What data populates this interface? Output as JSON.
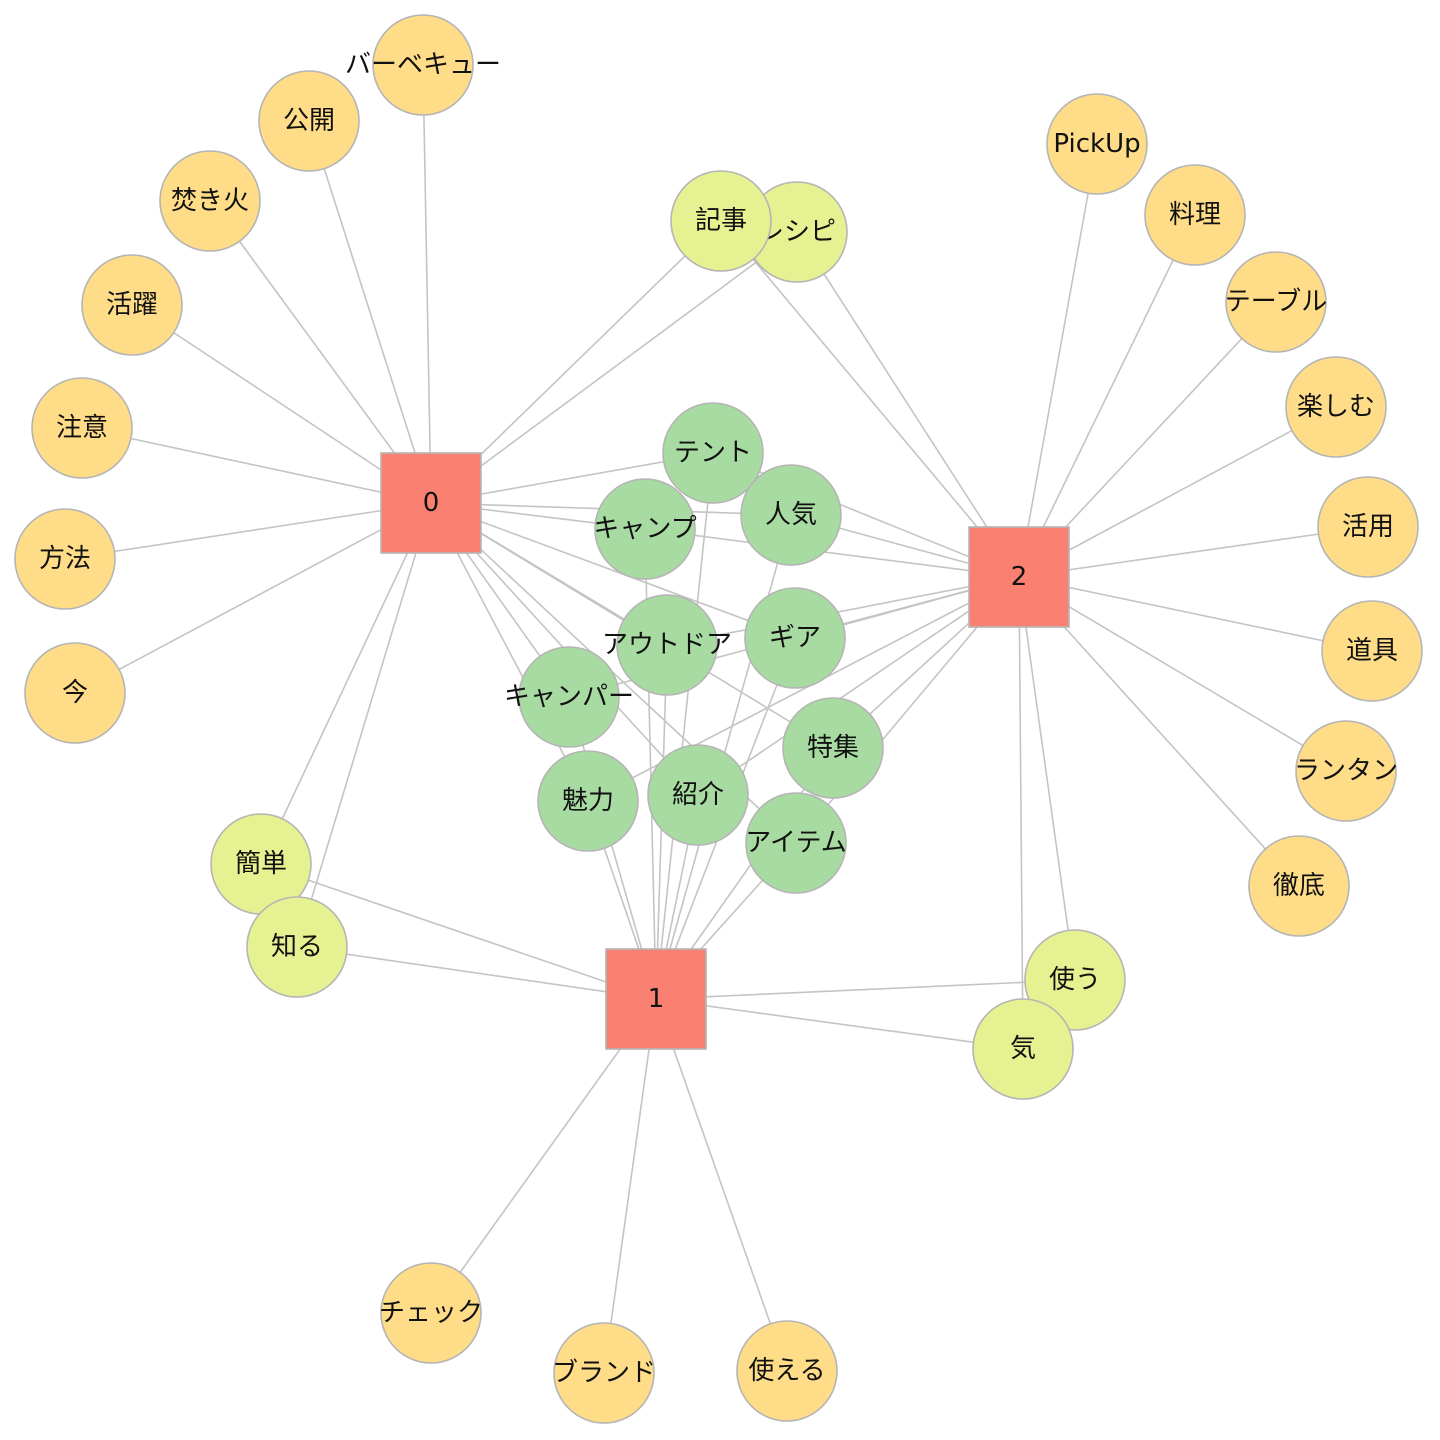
{
  "colors": {
    "cluster": "#FA8072",
    "single": "#FFDD88",
    "pair": "#E6F291",
    "all": "#A8DBA2",
    "edge": "#C4C4C4"
  },
  "clusters": [
    {
      "id": "c0",
      "label": "0"
    },
    {
      "id": "c1",
      "label": "1"
    },
    {
      "id": "c2",
      "label": "2"
    }
  ],
  "words": [
    {
      "id": "w1",
      "label": "バーベキュー",
      "group": "single",
      "links": [
        "c0"
      ]
    },
    {
      "id": "w2",
      "label": "公開",
      "group": "single",
      "links": [
        "c0"
      ]
    },
    {
      "id": "w3",
      "label": "焚き火",
      "group": "single",
      "links": [
        "c0"
      ]
    },
    {
      "id": "w4",
      "label": "活躍",
      "group": "single",
      "links": [
        "c0"
      ]
    },
    {
      "id": "w5",
      "label": "注意",
      "group": "single",
      "links": [
        "c0"
      ]
    },
    {
      "id": "w6",
      "label": "方法",
      "group": "single",
      "links": [
        "c0"
      ]
    },
    {
      "id": "w7",
      "label": "今",
      "group": "single",
      "links": [
        "c0"
      ]
    },
    {
      "id": "w8",
      "label": "PickUp",
      "group": "single",
      "links": [
        "c2"
      ]
    },
    {
      "id": "w9",
      "label": "料理",
      "group": "single",
      "links": [
        "c2"
      ]
    },
    {
      "id": "w10",
      "label": "テーブル",
      "group": "single",
      "links": [
        "c2"
      ]
    },
    {
      "id": "w11",
      "label": "楽しむ",
      "group": "single",
      "links": [
        "c2"
      ]
    },
    {
      "id": "w12",
      "label": "活用",
      "group": "single",
      "links": [
        "c2"
      ]
    },
    {
      "id": "w13",
      "label": "道具",
      "group": "single",
      "links": [
        "c2"
      ]
    },
    {
      "id": "w14",
      "label": "ランタン",
      "group": "single",
      "links": [
        "c2"
      ]
    },
    {
      "id": "w15",
      "label": "徹底",
      "group": "single",
      "links": [
        "c2"
      ]
    },
    {
      "id": "w16",
      "label": "チェック",
      "group": "single",
      "links": [
        "c1"
      ]
    },
    {
      "id": "w17",
      "label": "ブランド",
      "group": "single",
      "links": [
        "c1"
      ]
    },
    {
      "id": "w18",
      "label": "使える",
      "group": "single",
      "links": [
        "c1"
      ]
    },
    {
      "id": "w19",
      "label": "レシピ",
      "group": "pair",
      "links": [
        "c0",
        "c2"
      ]
    },
    {
      "id": "w20",
      "label": "記事",
      "group": "pair",
      "links": [
        "c0",
        "c2"
      ]
    },
    {
      "id": "w21",
      "label": "簡単",
      "group": "pair",
      "links": [
        "c0",
        "c1"
      ]
    },
    {
      "id": "w22",
      "label": "知る",
      "group": "pair",
      "links": [
        "c0",
        "c1"
      ]
    },
    {
      "id": "w23",
      "label": "使う",
      "group": "pair",
      "links": [
        "c1",
        "c2"
      ]
    },
    {
      "id": "w24",
      "label": "気",
      "group": "pair",
      "links": [
        "c1",
        "c2"
      ]
    },
    {
      "id": "w25",
      "label": "テント",
      "group": "all",
      "links": [
        "c0",
        "c1",
        "c2"
      ]
    },
    {
      "id": "w26",
      "label": "人気",
      "group": "all",
      "links": [
        "c0",
        "c1",
        "c2"
      ]
    },
    {
      "id": "w27",
      "label": "キャンプ",
      "group": "all",
      "links": [
        "c0",
        "c1",
        "c2"
      ]
    },
    {
      "id": "w28",
      "label": "ギア",
      "group": "all",
      "links": [
        "c0",
        "c1",
        "c2"
      ]
    },
    {
      "id": "w29",
      "label": "アウトドア",
      "group": "all",
      "links": [
        "c0",
        "c1",
        "c2"
      ]
    },
    {
      "id": "w30",
      "label": "キャンパー",
      "group": "all",
      "links": [
        "c0",
        "c1",
        "c2"
      ]
    },
    {
      "id": "w31",
      "label": "特集",
      "group": "all",
      "links": [
        "c0",
        "c1",
        "c2"
      ]
    },
    {
      "id": "w32",
      "label": "魅力",
      "group": "all",
      "links": [
        "c0",
        "c1",
        "c2"
      ]
    },
    {
      "id": "w33",
      "label": "紹介",
      "group": "all",
      "links": [
        "c0",
        "c1",
        "c2"
      ]
    },
    {
      "id": "w34",
      "label": "アイテム",
      "group": "all",
      "links": [
        "c0",
        "c1",
        "c2"
      ]
    }
  ]
}
